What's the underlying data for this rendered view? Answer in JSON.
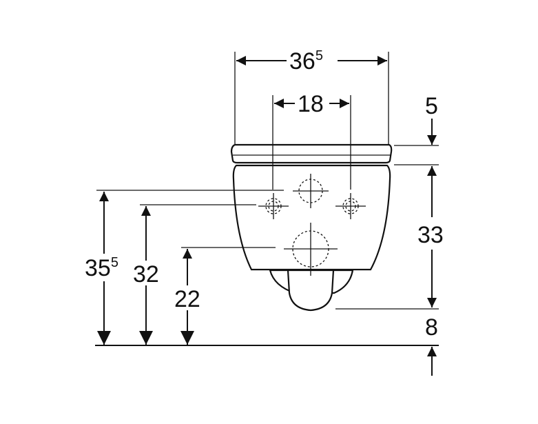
{
  "dimensions": {
    "seat_width": {
      "main": "36",
      "sup": "5"
    },
    "fixing_spacing": "18",
    "lid_thickness": "5",
    "bowl_height": "33",
    "bottom_clearance": "8",
    "upper_fixing_height": {
      "main": "35",
      "sup": "5"
    },
    "lower_fixing_height": "32",
    "outlet_height": "22"
  }
}
